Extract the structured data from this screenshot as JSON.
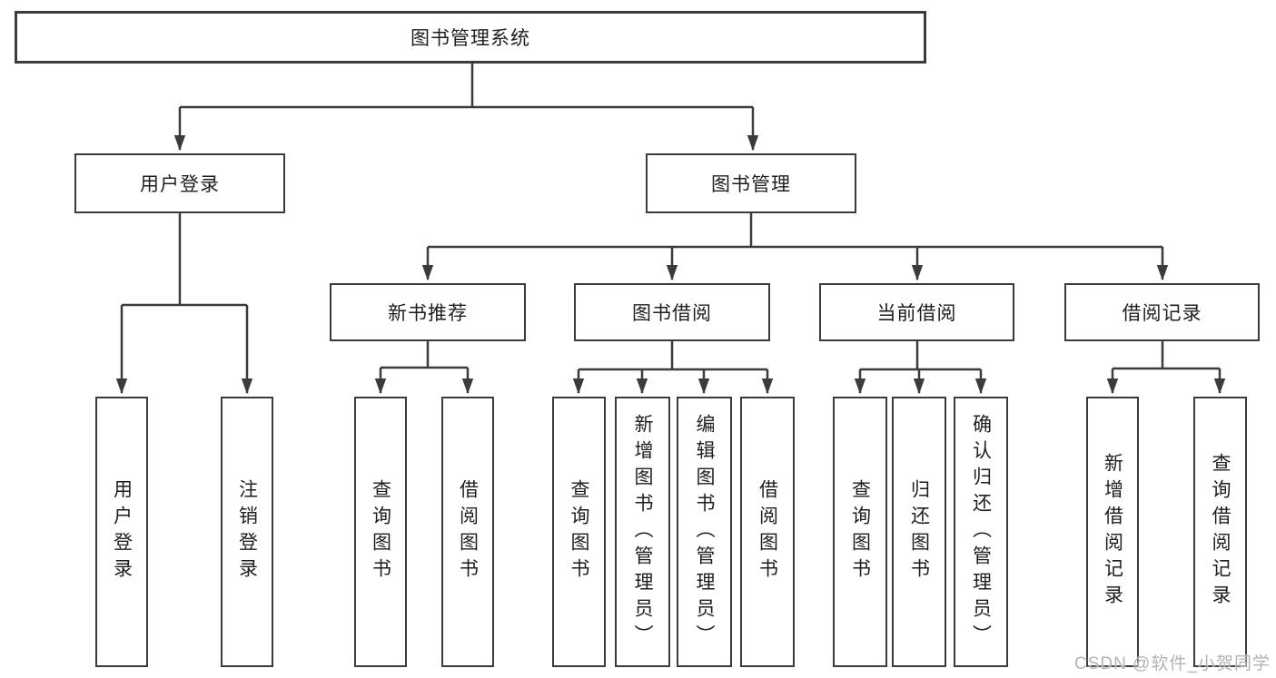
{
  "diagram": {
    "type": "tree",
    "orientation": "top-down",
    "tree": {
      "root": "图书管理系统",
      "children": [
        {
          "label": "用户登录",
          "children": [
            "用户登录",
            "注销登录"
          ]
        },
        {
          "label": "图书管理",
          "children": [
            {
              "label": "新书推荐",
              "children": [
                "查询图书",
                "借阅图书"
              ]
            },
            {
              "label": "图书借阅",
              "children": [
                "查询图书",
                "新增图书（管理员）",
                "编辑图书（管理员）",
                "借阅图书"
              ]
            },
            {
              "label": "当前借阅",
              "children": [
                "查询图书",
                "归还图书",
                "确认归还（管理员）"
              ]
            },
            {
              "label": "借阅记录",
              "children": [
                "新增借阅记录",
                "查询借阅记录"
              ]
            }
          ]
        }
      ]
    },
    "colors": {
      "line": "#3b3b3b",
      "box_border": "#3b3b3b",
      "box_fill": "#ffffff",
      "text": "#1e1e1e",
      "background": "#ffffff",
      "watermark": "#b3b3b3"
    }
  },
  "watermark": {
    "text": "CSDN @软件_小贺同学"
  }
}
